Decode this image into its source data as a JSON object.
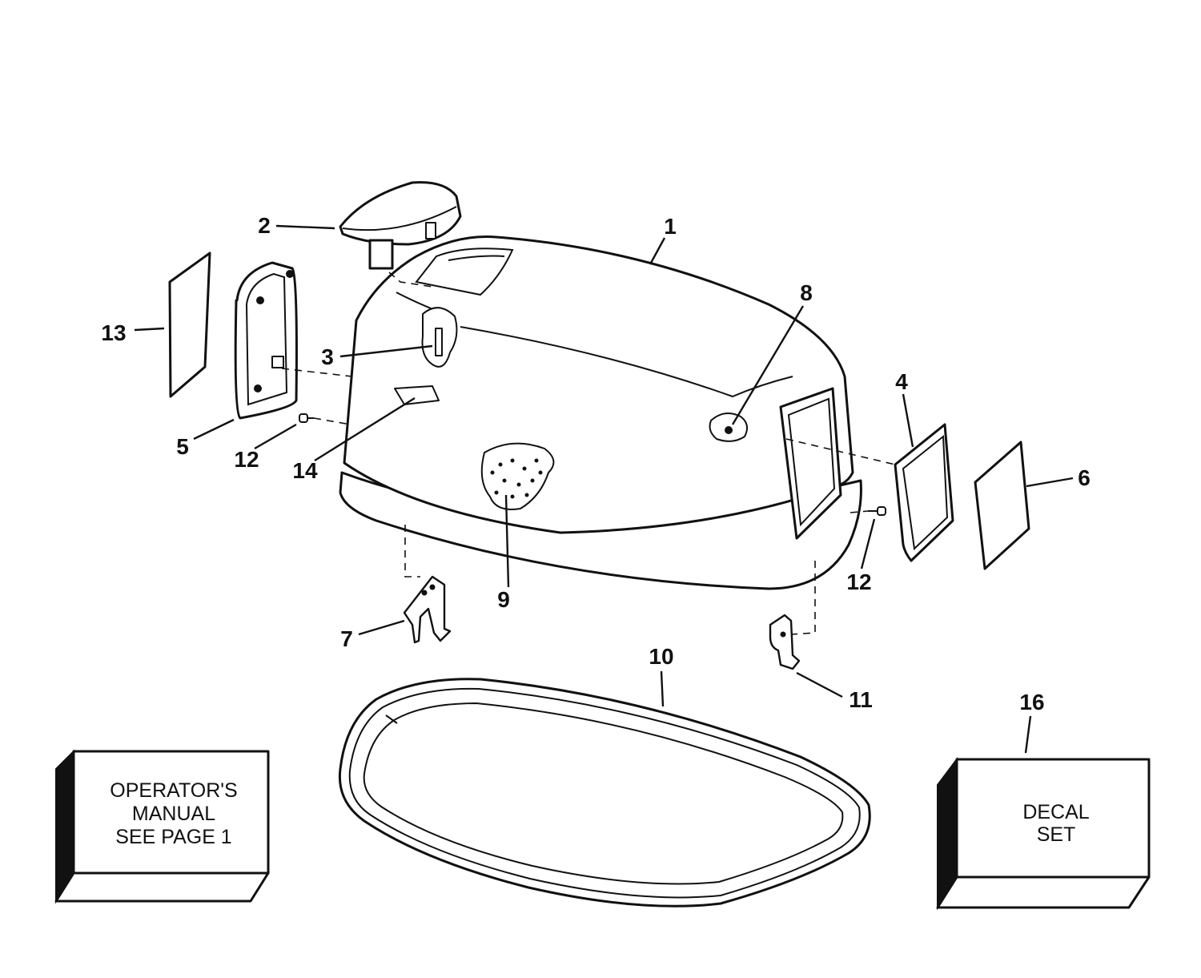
{
  "callouts": {
    "c1": "1",
    "c2": "2",
    "c3": "3",
    "c4": "4",
    "c5": "5",
    "c6": "6",
    "c7": "7",
    "c8": "8",
    "c9": "9",
    "c10": "10",
    "c11": "11",
    "c12a": "12",
    "c12b": "12",
    "c13": "13",
    "c14": "14",
    "c16": "16"
  },
  "manual_box": {
    "line1": "OPERATOR'S",
    "line2": "MANUAL",
    "line3": "SEE PAGE 1"
  },
  "decal_box": {
    "line1": "DECAL",
    "line2": "SET"
  }
}
